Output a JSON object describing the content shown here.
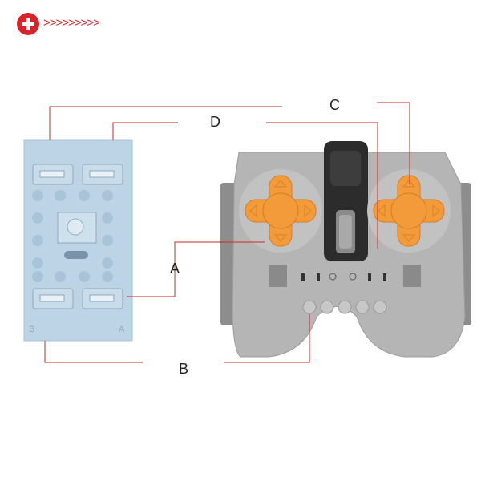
{
  "header": {
    "plus_icon": "plus-circle-icon",
    "chevrons": ">>>>>>>>>",
    "accent": "#d8232a"
  },
  "callouts": {
    "a": "A",
    "b": "B",
    "c": "C",
    "d": "D"
  },
  "receiver": {
    "label_left": "B",
    "label_right": "A",
    "color": "#bcd4e6"
  },
  "remote": {
    "body_color": "#b5b5b5",
    "button_color": "#f39a3a"
  }
}
